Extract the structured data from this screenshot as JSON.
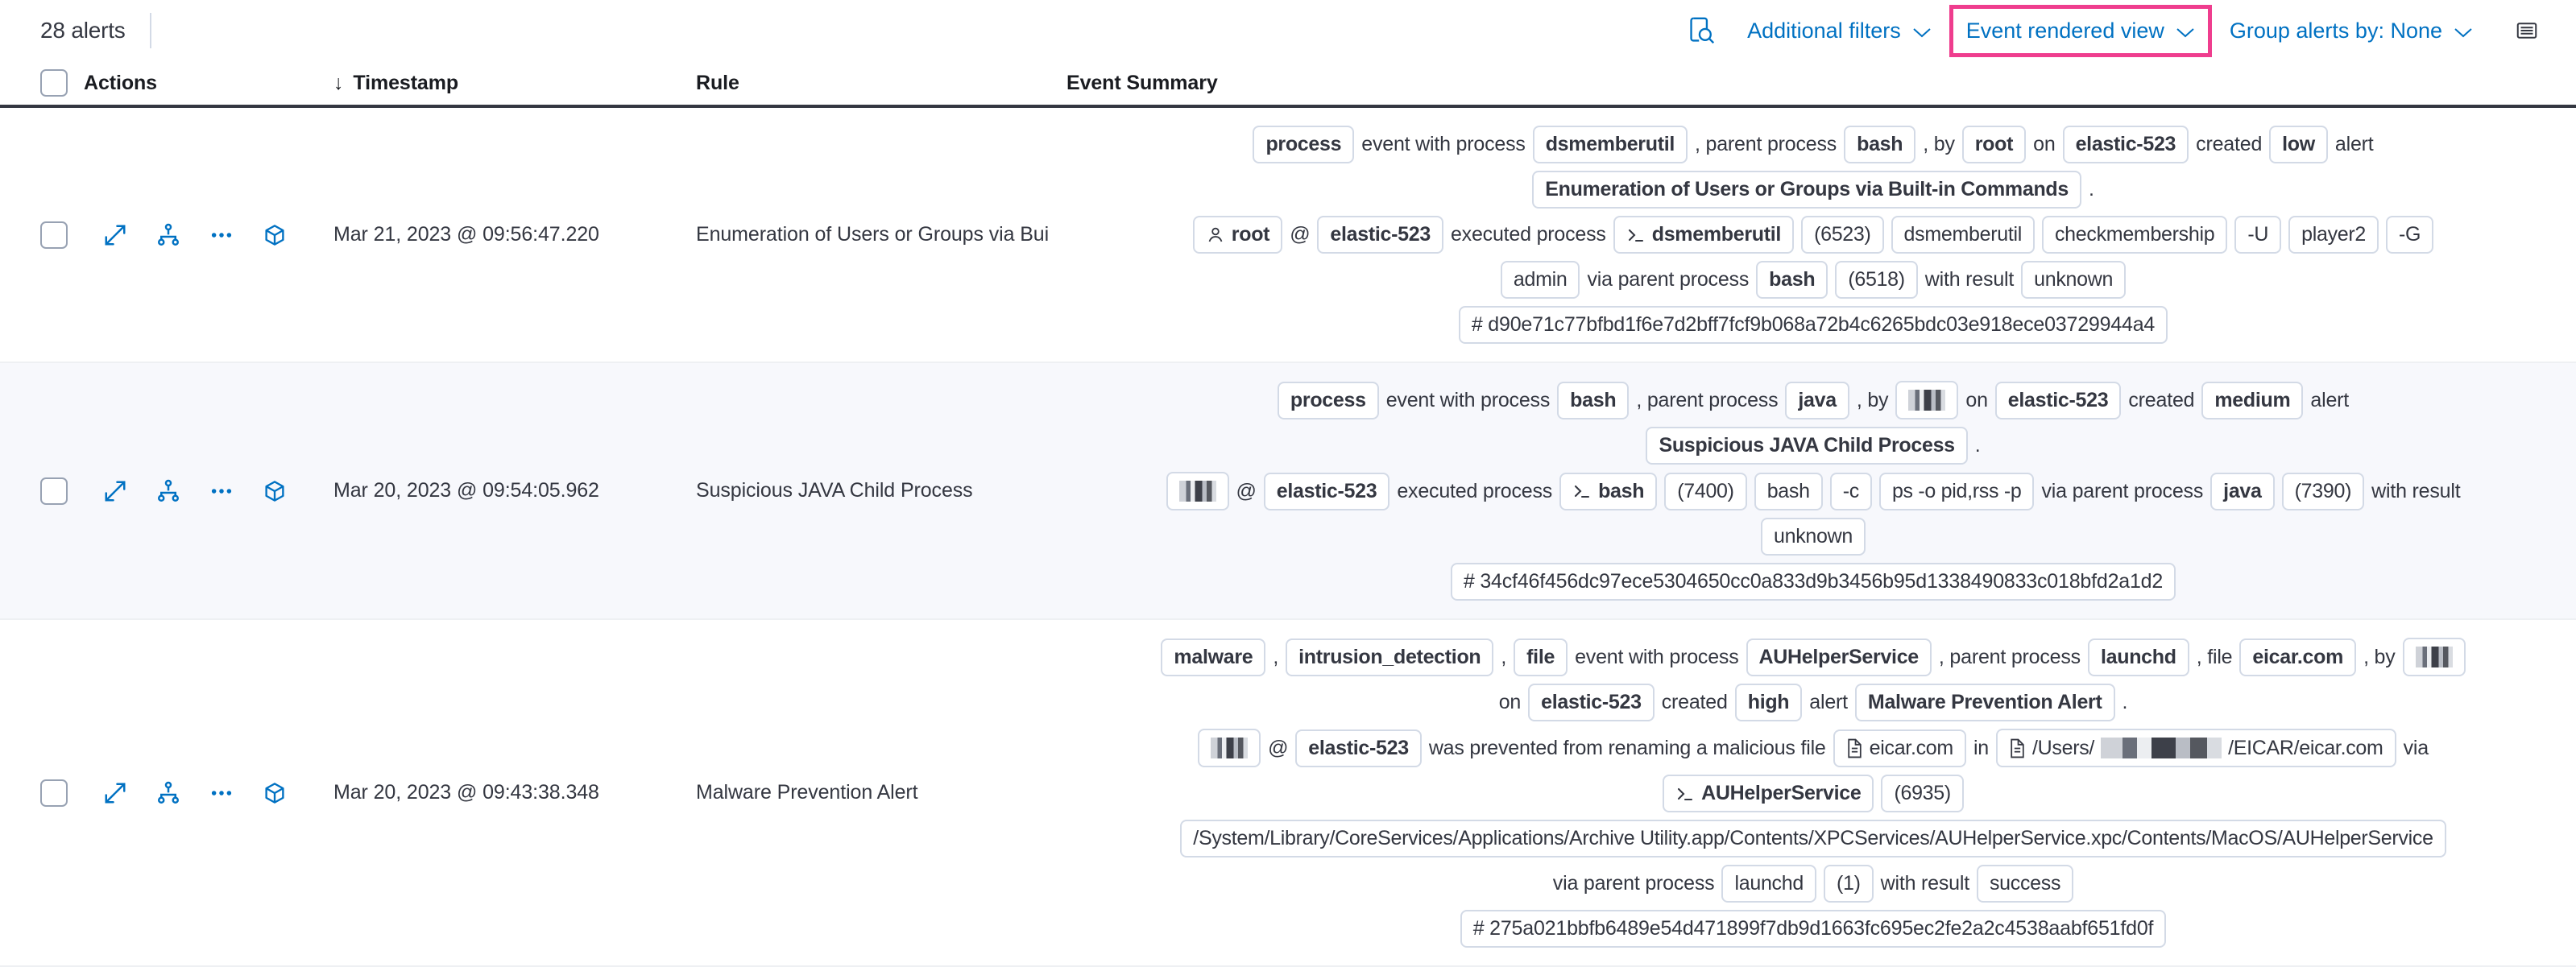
{
  "toolbar": {
    "alerts_count": "28 alerts",
    "inspect_icon": "inspect-icon",
    "additional_filters": "Additional filters",
    "event_rendered_view": "Event rendered view",
    "group_alerts_by": "Group alerts by: None",
    "keyboard_icon": "keyboard-icon",
    "highlight_color": "#ef3d8e",
    "link_color": "#0071c2"
  },
  "columns": {
    "actions": "Actions",
    "timestamp": "Timestamp",
    "timestamp_sort": "↓",
    "rule": "Rule",
    "event_summary": "Event Summary"
  },
  "rows": [
    {
      "timestamp": "Mar 21, 2023 @ 09:56:47.220",
      "rule": "Enumeration of Users or Groups via Bui",
      "summary_lines": [
        [
          {
            "t": "badge",
            "v": "process"
          },
          {
            "t": "text",
            "v": "event with process"
          },
          {
            "t": "badge",
            "v": "dsmemberutil"
          },
          {
            "t": "text",
            "v": ", parent process"
          },
          {
            "t": "badge",
            "v": "bash"
          },
          {
            "t": "text",
            "v": ", by"
          },
          {
            "t": "badge",
            "v": "root"
          },
          {
            "t": "text",
            "v": "on"
          },
          {
            "t": "badge",
            "v": "elastic-523"
          },
          {
            "t": "text",
            "v": "created"
          },
          {
            "t": "badge",
            "v": "low"
          },
          {
            "t": "text",
            "v": "alert"
          }
        ],
        [
          {
            "t": "badge",
            "v": "Enumeration of Users or Groups via Built-in Commands"
          },
          {
            "t": "text",
            "v": "."
          }
        ],
        [
          {
            "t": "badge",
            "v": "root",
            "icon": "user-icon"
          },
          {
            "t": "text",
            "v": "@"
          },
          {
            "t": "badge",
            "v": "elastic-523"
          },
          {
            "t": "text",
            "v": "executed process"
          },
          {
            "t": "badge",
            "v": "dsmemberutil",
            "icon": "console-icon"
          },
          {
            "t": "badge",
            "v": "(6523)",
            "plain": true
          },
          {
            "t": "badge",
            "v": "dsmemberutil",
            "plain": true
          },
          {
            "t": "badge",
            "v": "checkmembership",
            "plain": true
          },
          {
            "t": "badge",
            "v": "-U",
            "plain": true
          },
          {
            "t": "badge",
            "v": "player2",
            "plain": true
          },
          {
            "t": "badge",
            "v": "-G",
            "plain": true
          }
        ],
        [
          {
            "t": "badge",
            "v": "admin",
            "plain": true
          },
          {
            "t": "text",
            "v": "via parent process"
          },
          {
            "t": "badge",
            "v": "bash"
          },
          {
            "t": "badge",
            "v": "(6518)",
            "plain": true
          },
          {
            "t": "text",
            "v": "with result"
          },
          {
            "t": "badge",
            "v": "unknown",
            "plain": true
          }
        ],
        [
          {
            "t": "hash",
            "v": "# d90e71c77bfbd1f6e7d2bff7fcf9b068a72b4c6265bdc03e918ece03729944a4"
          }
        ]
      ]
    },
    {
      "timestamp": "Mar 20, 2023 @ 09:54:05.962",
      "rule": "Suspicious JAVA Child Process",
      "summary_lines": [
        [
          {
            "t": "badge",
            "v": "process"
          },
          {
            "t": "text",
            "v": "event with process"
          },
          {
            "t": "badge",
            "v": "bash"
          },
          {
            "t": "text",
            "v": ", parent process"
          },
          {
            "t": "badge",
            "v": "java"
          },
          {
            "t": "text",
            "v": ", by"
          },
          {
            "t": "redact",
            "v": ""
          },
          {
            "t": "text",
            "v": "on"
          },
          {
            "t": "badge",
            "v": "elastic-523"
          },
          {
            "t": "text",
            "v": "created"
          },
          {
            "t": "badge",
            "v": "medium"
          },
          {
            "t": "text",
            "v": "alert"
          }
        ],
        [
          {
            "t": "badge",
            "v": "Suspicious JAVA Child Process"
          },
          {
            "t": "text",
            "v": "."
          }
        ],
        [
          {
            "t": "redact",
            "v": ""
          },
          {
            "t": "text",
            "v": "@"
          },
          {
            "t": "badge",
            "v": "elastic-523"
          },
          {
            "t": "text",
            "v": "executed process"
          },
          {
            "t": "badge",
            "v": "bash",
            "icon": "console-icon"
          },
          {
            "t": "badge",
            "v": "(7400)",
            "plain": true
          },
          {
            "t": "badge",
            "v": "bash",
            "plain": true
          },
          {
            "t": "badge",
            "v": "-c",
            "plain": true
          },
          {
            "t": "badge",
            "v": "ps -o pid,rss -p",
            "plain": true
          },
          {
            "t": "text",
            "v": "via parent process"
          },
          {
            "t": "badge",
            "v": "java"
          },
          {
            "t": "badge",
            "v": "(7390)",
            "plain": true
          },
          {
            "t": "text",
            "v": "with result"
          }
        ],
        [
          {
            "t": "badge",
            "v": "unknown",
            "plain": true
          }
        ],
        [
          {
            "t": "hash",
            "v": "# 34cf46f456dc97ece5304650cc0a833d9b3456b95d1338490833c018bfd2a1d2"
          }
        ]
      ]
    },
    {
      "timestamp": "Mar 20, 2023 @ 09:43:38.348",
      "rule": "Malware Prevention Alert",
      "summary_lines": [
        [
          {
            "t": "badge",
            "v": "malware"
          },
          {
            "t": "text",
            "v": ","
          },
          {
            "t": "badge",
            "v": "intrusion_detection"
          },
          {
            "t": "text",
            "v": ","
          },
          {
            "t": "badge",
            "v": "file"
          },
          {
            "t": "text",
            "v": "event with process"
          },
          {
            "t": "badge",
            "v": "AUHelperService"
          },
          {
            "t": "text",
            "v": ", parent process"
          },
          {
            "t": "badge",
            "v": "launchd"
          },
          {
            "t": "text",
            "v": ", file"
          },
          {
            "t": "badge",
            "v": "eicar.com"
          },
          {
            "t": "text",
            "v": ", by"
          },
          {
            "t": "redact",
            "v": ""
          }
        ],
        [
          {
            "t": "text",
            "v": "on"
          },
          {
            "t": "badge",
            "v": "elastic-523"
          },
          {
            "t": "text",
            "v": "created"
          },
          {
            "t": "badge",
            "v": "high"
          },
          {
            "t": "text",
            "v": "alert"
          },
          {
            "t": "badge",
            "v": "Malware Prevention Alert"
          },
          {
            "t": "text",
            "v": "."
          }
        ],
        [
          {
            "t": "redact",
            "v": ""
          },
          {
            "t": "text",
            "v": "@"
          },
          {
            "t": "badge",
            "v": "elastic-523"
          },
          {
            "t": "text",
            "v": "was prevented from renaming a malicious file"
          },
          {
            "t": "badge",
            "v": "eicar.com",
            "icon": "document-icon",
            "plain": true
          },
          {
            "t": "text",
            "v": "in"
          },
          {
            "t": "pathredact",
            "pre": "/Users/",
            "post": "/EICAR/eicar.com",
            "icon": "document-icon"
          },
          {
            "t": "text",
            "v": "via"
          }
        ],
        [
          {
            "t": "badge",
            "v": "AUHelperService",
            "icon": "console-icon"
          },
          {
            "t": "badge",
            "v": "(6935)",
            "plain": true
          }
        ],
        [
          {
            "t": "badge",
            "v": "/System/Library/CoreServices/Applications/Archive Utility.app/Contents/XPCServices/AUHelperService.xpc/Contents/MacOS/AUHelperService",
            "plain": true
          }
        ],
        [
          {
            "t": "text",
            "v": "via parent process"
          },
          {
            "t": "badge",
            "v": "launchd",
            "plain": true
          },
          {
            "t": "badge",
            "v": "(1)",
            "plain": true
          },
          {
            "t": "text",
            "v": "with result"
          },
          {
            "t": "badge",
            "v": "success",
            "plain": true
          }
        ],
        [
          {
            "t": "hash",
            "v": "# 275a021bbfb6489e54d471899f7db9d1663fc695ec2fe2a2c4538aabf651fd0f"
          }
        ]
      ]
    }
  ],
  "row_actions": [
    "expand-icon",
    "analyze-event-icon",
    "more-actions-icon",
    "add-to-case-icon"
  ]
}
